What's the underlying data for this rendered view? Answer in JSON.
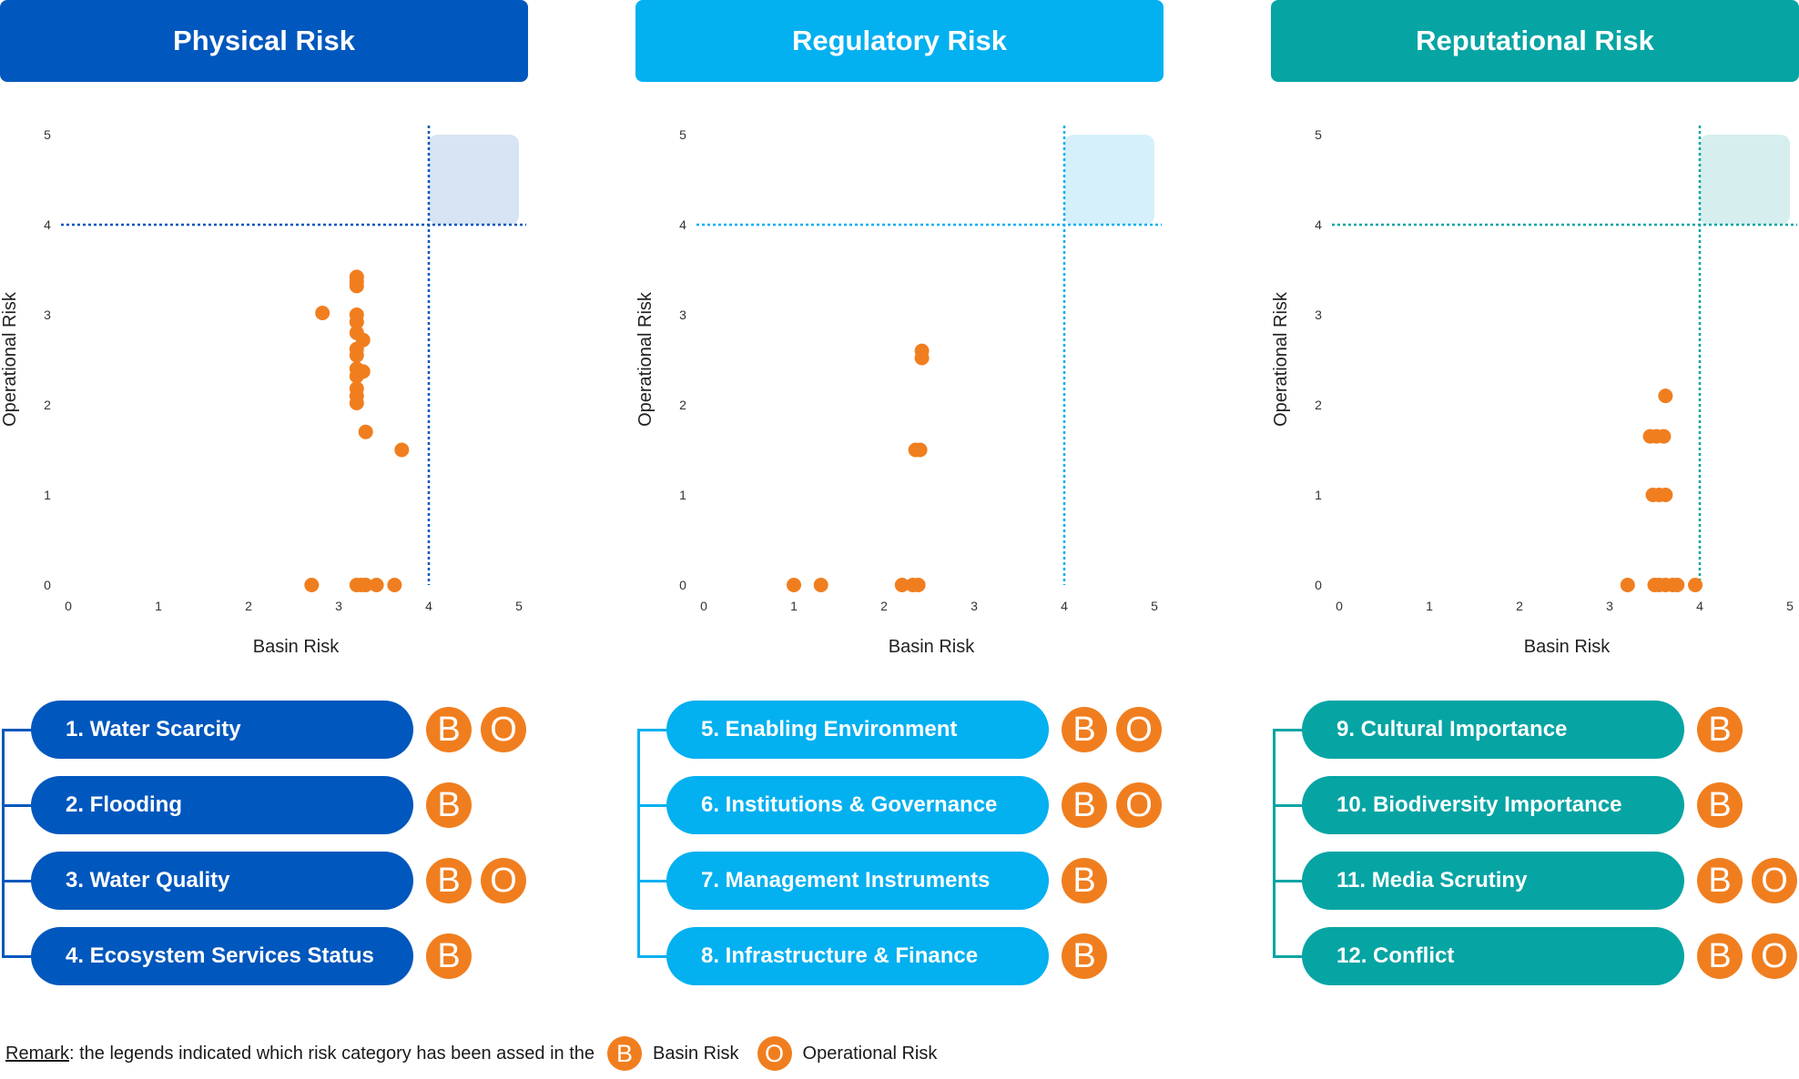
{
  "colors": {
    "physical": "#0057bd",
    "regulatory": "#03b0f0",
    "reputational": "#07a4a4",
    "physical_zone": "#d7e4f4",
    "regulatory_zone": "#d6f0fb",
    "reputational_zone": "#d6efee",
    "point": "#f07e1f"
  },
  "panels": [
    {
      "title": "Physical Risk",
      "items": [
        {
          "label": "1. Water Scarcity",
          "badges": [
            "B",
            "O"
          ]
        },
        {
          "label": "2. Flooding",
          "badges": [
            "B"
          ]
        },
        {
          "label": "3. Water Quality",
          "badges": [
            "B",
            "O"
          ]
        },
        {
          "label": "4. Ecosystem Services Status",
          "badges": [
            "B"
          ]
        }
      ]
    },
    {
      "title": "Regulatory Risk",
      "items": [
        {
          "label": "5. Enabling Environment",
          "badges": [
            "B",
            "O"
          ]
        },
        {
          "label": "6. Institutions & Governance",
          "badges": [
            "B",
            "O"
          ]
        },
        {
          "label": "7. Management Instruments",
          "badges": [
            "B"
          ]
        },
        {
          "label": "8. Infrastructure & Finance",
          "badges": [
            "B"
          ]
        }
      ]
    },
    {
      "title": "Reputational Risk",
      "items": [
        {
          "label": "9. Cultural Importance",
          "badges": [
            "B"
          ]
        },
        {
          "label": "10. Biodiversity Importance",
          "badges": [
            "B"
          ]
        },
        {
          "label": "11. Media Scrutiny",
          "badges": [
            "B",
            "O"
          ]
        },
        {
          "label": "12. Conflict",
          "badges": [
            "B",
            "O"
          ]
        }
      ]
    }
  ],
  "chart_data": [
    {
      "type": "scatter",
      "title": "Physical Risk",
      "xlabel": "Basin Risk",
      "ylabel": "Operational Risk",
      "xlim": [
        0,
        5
      ],
      "ylim": [
        0,
        5
      ],
      "xticks": [
        "0",
        "1",
        "2",
        "3",
        "4",
        "5"
      ],
      "yticks": [
        "0",
        "1",
        "2",
        "3",
        "4",
        "5"
      ],
      "threshold": {
        "x": 4,
        "y": 4
      },
      "grid": false,
      "points": [
        [
          2.7,
          0.0
        ],
        [
          3.2,
          0.0
        ],
        [
          3.25,
          0.0
        ],
        [
          3.3,
          0.0
        ],
        [
          3.42,
          0.0
        ],
        [
          3.62,
          0.0
        ],
        [
          2.82,
          3.02
        ],
        [
          3.2,
          3.42
        ],
        [
          3.2,
          3.37
        ],
        [
          3.2,
          3.32
        ],
        [
          3.2,
          3.0
        ],
        [
          3.2,
          2.92
        ],
        [
          3.2,
          2.8
        ],
        [
          3.27,
          2.72
        ],
        [
          3.2,
          2.62
        ],
        [
          3.2,
          2.55
        ],
        [
          3.2,
          2.4
        ],
        [
          3.2,
          2.32
        ],
        [
          3.27,
          2.37
        ],
        [
          3.2,
          2.18
        ],
        [
          3.2,
          2.1
        ],
        [
          3.2,
          2.02
        ],
        [
          3.3,
          1.7
        ],
        [
          3.7,
          1.5
        ]
      ]
    },
    {
      "type": "scatter",
      "title": "Regulatory Risk",
      "xlabel": "Basin Risk",
      "ylabel": "Operational Risk",
      "xlim": [
        0,
        5
      ],
      "ylim": [
        0,
        5
      ],
      "xticks": [
        "0",
        "1",
        "2",
        "3",
        "4",
        "5"
      ],
      "yticks": [
        "0",
        "1",
        "2",
        "3",
        "4",
        "5"
      ],
      "threshold": {
        "x": 4,
        "y": 4
      },
      "grid": false,
      "points": [
        [
          1.0,
          0.0
        ],
        [
          1.3,
          0.0
        ],
        [
          2.2,
          0.0
        ],
        [
          2.32,
          0.0
        ],
        [
          2.38,
          0.0
        ],
        [
          2.35,
          1.5
        ],
        [
          2.4,
          1.5
        ],
        [
          2.42,
          2.6
        ],
        [
          2.42,
          2.52
        ]
      ]
    },
    {
      "type": "scatter",
      "title": "Reputational Risk",
      "xlabel": "Basin Risk",
      "ylabel": "Operational Risk",
      "xlim": [
        0,
        5
      ],
      "ylim": [
        0,
        5
      ],
      "xticks": [
        "0",
        "1",
        "2",
        "3",
        "4",
        "5"
      ],
      "yticks": [
        "0",
        "1",
        "2",
        "3",
        "4",
        "5"
      ],
      "threshold": {
        "x": 4,
        "y": 4
      },
      "grid": false,
      "points": [
        [
          3.2,
          0.0
        ],
        [
          3.5,
          0.0
        ],
        [
          3.55,
          0.0
        ],
        [
          3.62,
          0.0
        ],
        [
          3.7,
          0.0
        ],
        [
          3.75,
          0.0
        ],
        [
          3.95,
          0.0
        ],
        [
          3.48,
          1.0
        ],
        [
          3.55,
          1.0
        ],
        [
          3.62,
          1.0
        ],
        [
          3.45,
          1.65
        ],
        [
          3.52,
          1.65
        ],
        [
          3.6,
          1.65
        ],
        [
          3.62,
          2.1
        ]
      ]
    }
  ],
  "remark": {
    "label": "Remark",
    "text": ": the legends indicated which risk category has been assed in the",
    "b_letter": "B",
    "b_text": "Basin Risk",
    "o_letter": "O",
    "o_text": "Operational Risk"
  }
}
